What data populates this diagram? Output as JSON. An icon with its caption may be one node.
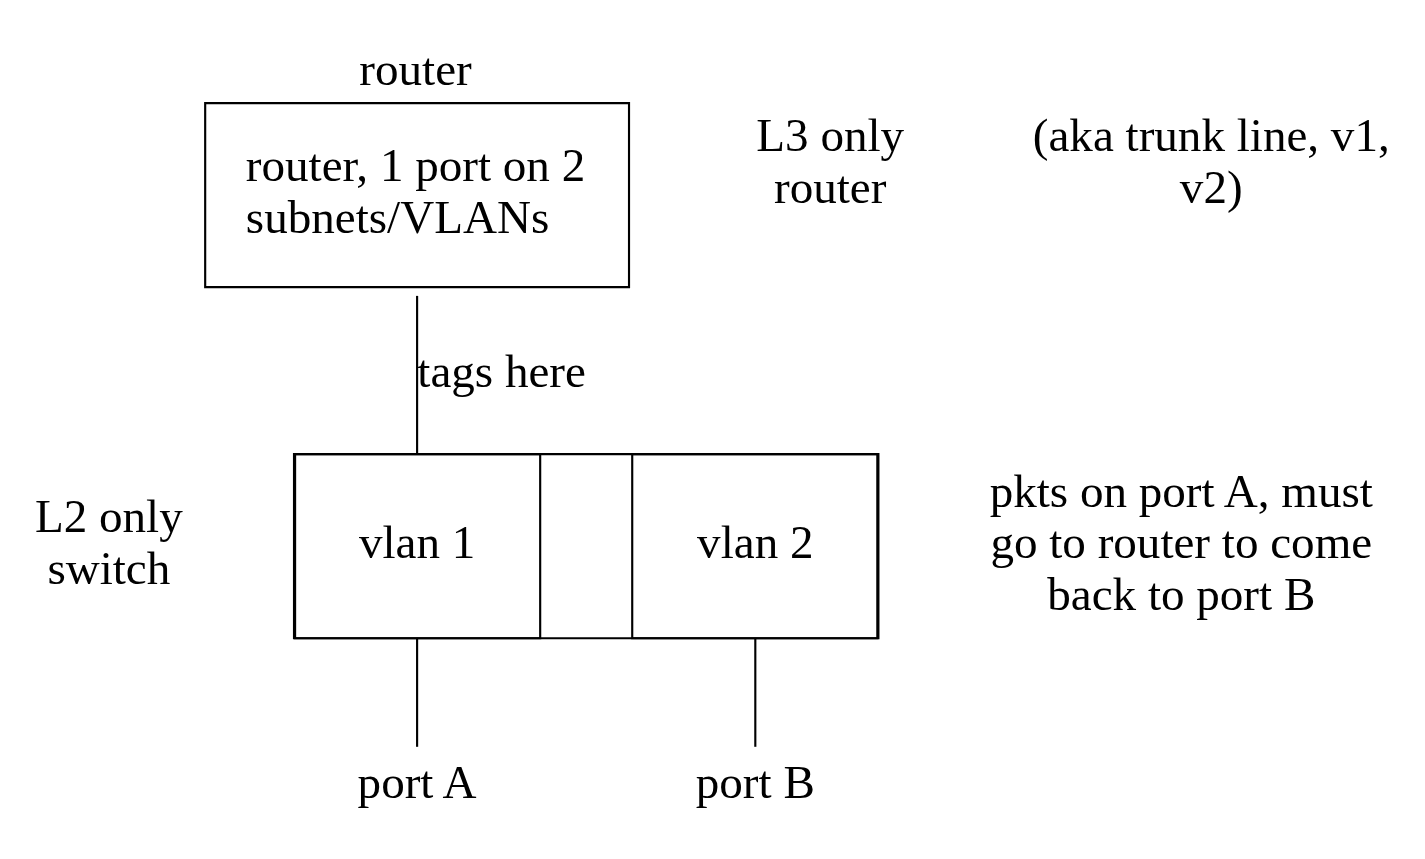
{
  "diagram": {
    "nodes": [
      {
        "text": [
          "router",
          "router, 1 port on 2 subnets/VLANs"
        ],
        "beside": [
          "L3 only router"
        ]
      },
      {
        "text": [],
        "shape": "box",
        "beside": [
          "L2 only switch"
        ]
      },
      {
        "text": [
          "vlan 1"
        ],
        "in": 1
      },
      {
        "text": [
          "vlan 2"
        ],
        "in": 1
      },
      {
        "text": [
          "port A"
        ]
      },
      {
        "text": [
          "port B"
        ]
      }
    ],
    "edges": [
      {
        "from": 0,
        "to": 2,
        "arrow": "none",
        "label": "tags here"
      },
      {
        "from": 2,
        "to": 4,
        "arrow": "none"
      },
      {
        "from": 3,
        "to": 5,
        "arrow": "none"
      }
    ],
    "labels": [
      "(aka trunk line, v1, v2)",
      "pkts on port A, must go to router to come back to port B"
    ]
  }
}
